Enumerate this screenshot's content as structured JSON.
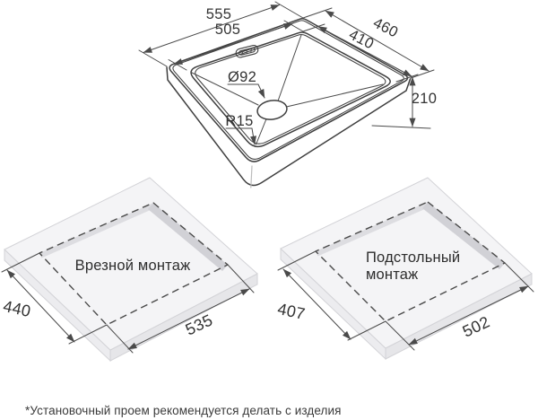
{
  "sink_view": {
    "dim_outer_width": "555",
    "dim_inner_width": "505",
    "dim_outer_depth": "460",
    "dim_inner_depth": "410",
    "dim_height": "210",
    "dim_drain": "Ø92",
    "dim_corner_radius": "R15"
  },
  "mount_left": {
    "title": "Врезной монтаж",
    "dim_side": "440",
    "dim_front": "535"
  },
  "mount_right": {
    "title_line1": "Подстольный",
    "title_line2": "монтаж",
    "dim_side": "407",
    "dim_front": "502"
  },
  "footnote": "*Установочный проем рекомендуется делать с изделия",
  "colors": {
    "line": "#3f3f3f",
    "slab_top": "#f4f4f6",
    "slab_left": "#ececef",
    "slab_right": "#e6e6e9",
    "cut_wall": "#d1d1d6",
    "cut_wall_light": "#dddde1",
    "text": "#333333"
  }
}
